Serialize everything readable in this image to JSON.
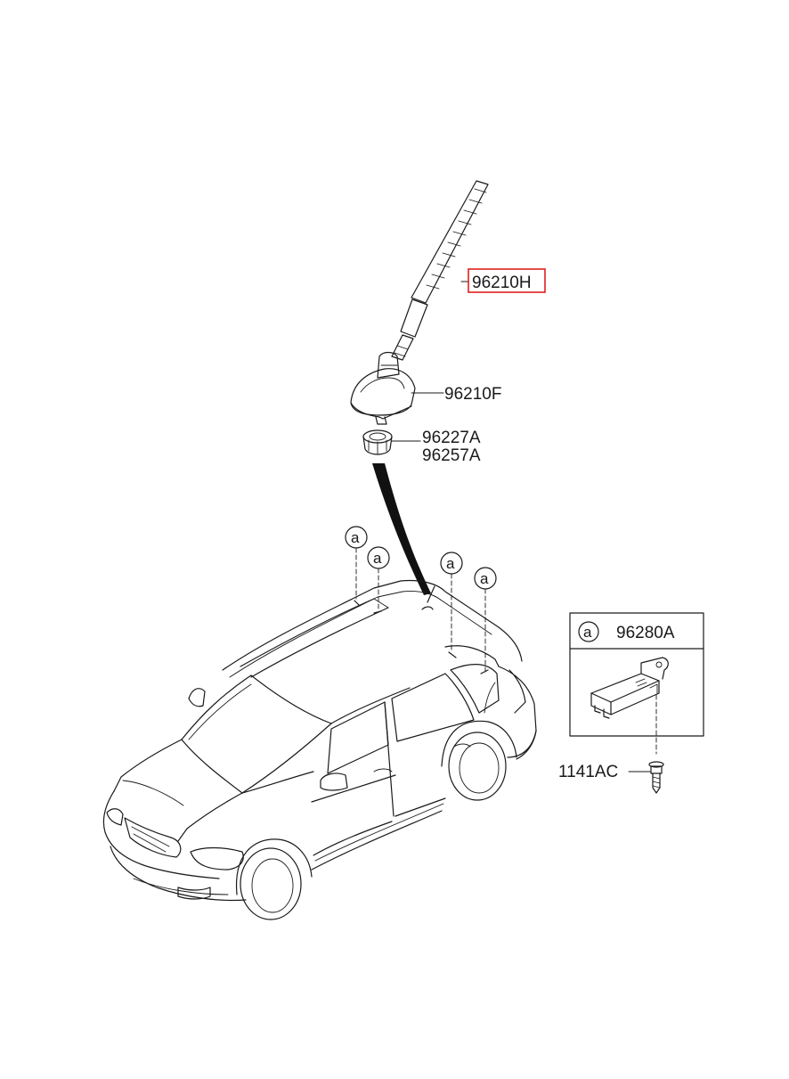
{
  "parts": {
    "antenna_mast": "96210H",
    "antenna_base": "96210F",
    "nut_1": "96227A",
    "nut_2": "96257A",
    "amplifier": "96280A",
    "screw": "1141AC"
  },
  "callouts": {
    "marker": "a"
  },
  "highlight": {
    "part": "96210H",
    "color": "#e0201f"
  }
}
